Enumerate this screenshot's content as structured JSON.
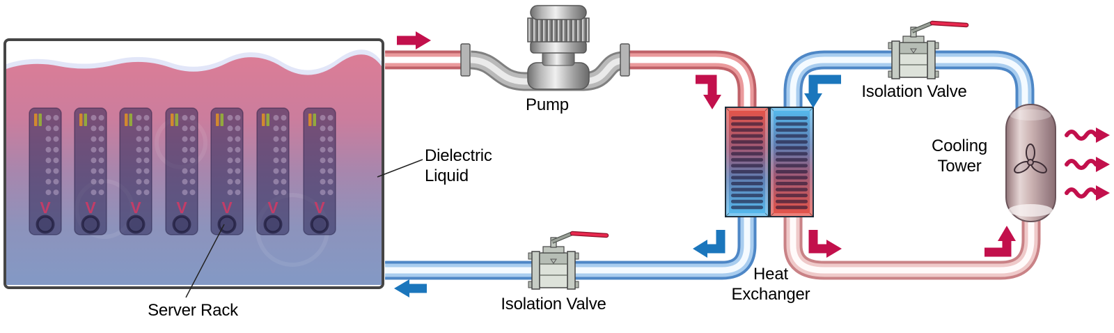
{
  "labels": {
    "pump": "Pump",
    "dielectric": [
      "Dielectric",
      "Liquid"
    ],
    "server_rack": "Server Rack",
    "isolation_valve_top": "Isolation Valve",
    "isolation_valve_bottom": "Isolation Valve",
    "heat_exchanger": [
      "Heat",
      "Exchanger"
    ],
    "cooling_tower": [
      "Cooling",
      "Tower"
    ]
  },
  "tank": {
    "blade_count": 7,
    "blade_positions": [
      42,
      107,
      172,
      238,
      303,
      369,
      436
    ],
    "server_logo": "V",
    "indicator_colors": [
      "#d2892f",
      "#93a83d"
    ]
  },
  "icons": {
    "hot_flow_arrow": "solid-right-arrow",
    "cold_flow_arrow": "solid-left-arrow",
    "elbow_flow_arrow": "bent-arrow",
    "heat_emission_arrow": "wavy-right-arrow",
    "fan": "propeller-fan",
    "valve_handle": "red-lever"
  },
  "colors": {
    "hot_flow": "#c2104c",
    "cold_flow": "#1b76bc",
    "hot_pipe_edge": "#bf6168",
    "cold_pipe_edge": "#4e87c6",
    "liquid_top": "#db7d96",
    "liquid_bottom": "#8399c5",
    "exchanger_hot": "#df4f45",
    "exchanger_cold": "#54b7ec",
    "tower_body": "#c4a8aa",
    "valve_handle_grip": "#e8294f",
    "metal": "#b9bdb9"
  },
  "counts": {
    "heat_emission_arrows": 3,
    "isolation_valves": 2
  }
}
